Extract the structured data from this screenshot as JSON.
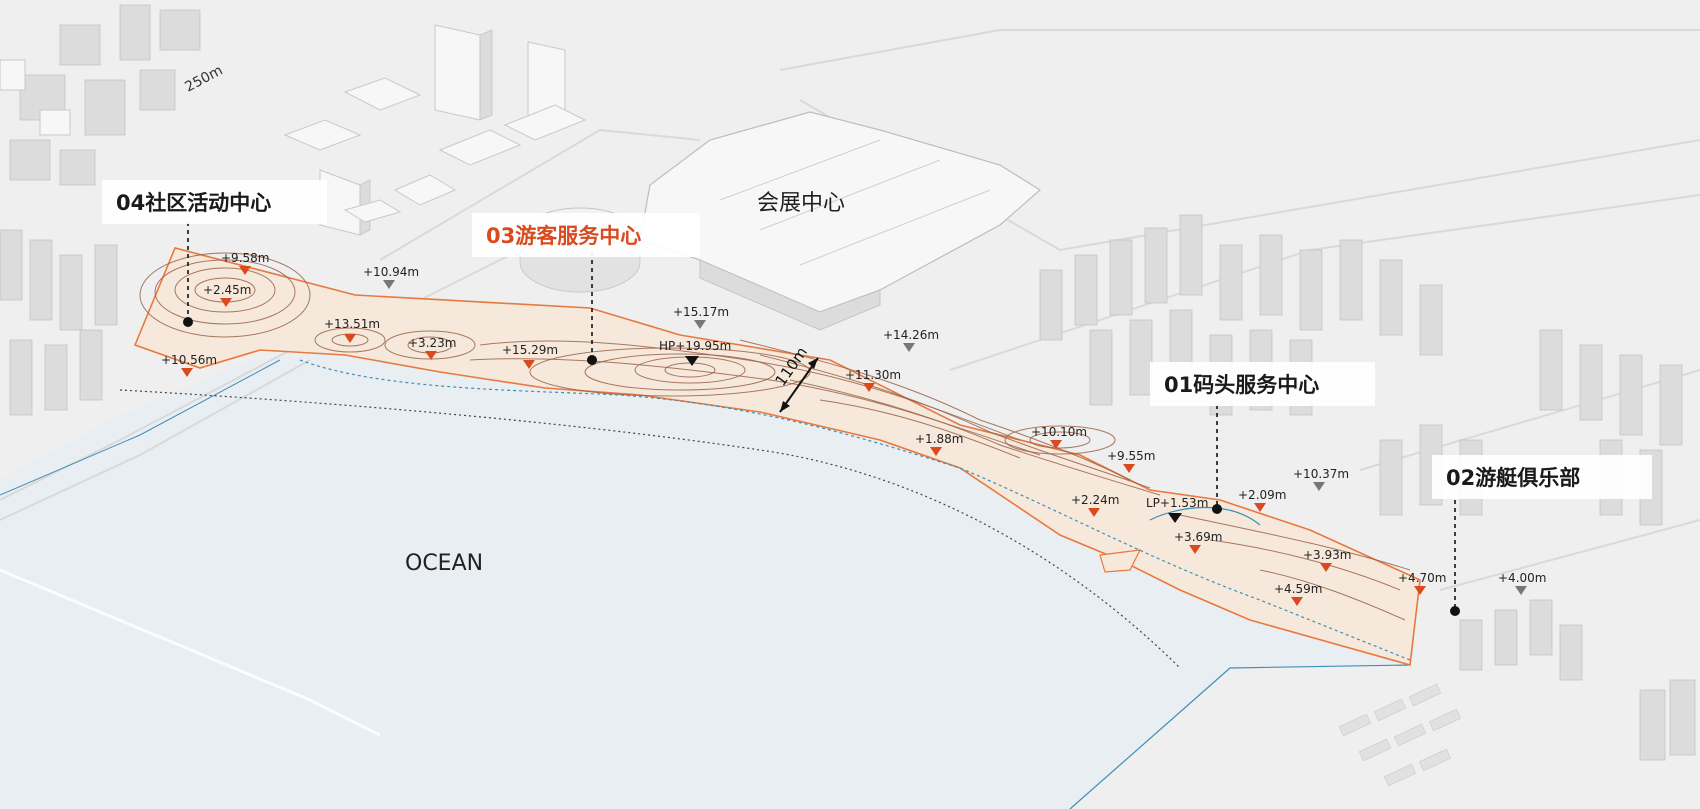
{
  "labels": {
    "community_center": "04社区活动中心",
    "visitor_center": "03游客服务中心",
    "pier_center": "01码头服务中心",
    "yacht_club": "02游艇俱乐部",
    "expo_center": "会展中心",
    "ocean": "OCEAN",
    "scale_250": "250m",
    "width_110": "110m"
  },
  "elevations": {
    "e_958": "+9.58m",
    "e_245": "+2.45m",
    "e_1056": "+10.56m",
    "e_1094": "+10.94m",
    "e_1351": "+13.51m",
    "e_323": "+3.23m",
    "e_1529": "+15.29m",
    "e_1517": "+15.17m",
    "e_hp": "HP+19.95m",
    "e_1426": "+14.26m",
    "e_1130": "+11.30m",
    "e_188": "+1.88m",
    "e_1010": "+10.10m",
    "e_955": "+9.55m",
    "e_1037": "+10.37m",
    "e_224": "+2.24m",
    "e_lp": "LP+1.53m",
    "e_209": "+2.09m",
    "e_369": "+3.69m",
    "e_393": "+3.93m",
    "e_459": "+4.59m",
    "e_470": "+4.70m",
    "e_400": "+4.00m"
  },
  "colors": {
    "site_outline": "#e8793e",
    "site_fill": "#f6e9dc",
    "marker_red": "#d94a1e",
    "marker_gray": "#777777",
    "marker_black": "#111111",
    "ocean": "#e9eef2",
    "shoreline": "#3d8fb8"
  }
}
